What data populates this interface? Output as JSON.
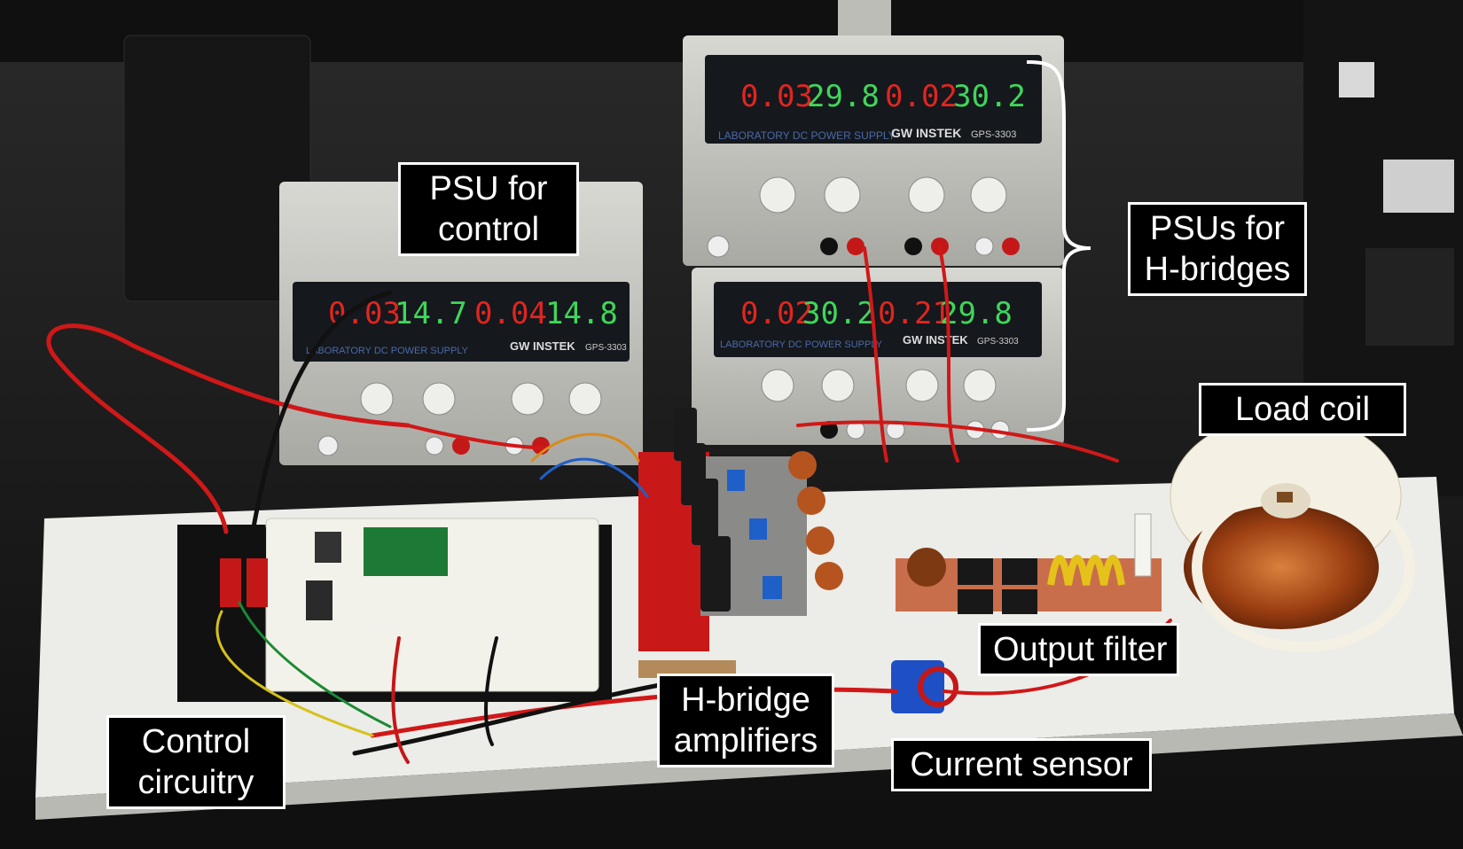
{
  "labels": {
    "psu_control": [
      "PSU for",
      "control"
    ],
    "psu_hbridges": [
      "PSUs for",
      "H-bridges"
    ],
    "load_coil": "Load coil",
    "output_filter": "Output filter",
    "current_sensor": "Current sensor",
    "hbridge_amps": [
      "H-bridge",
      "amplifiers"
    ],
    "control_circuitry": [
      "Control",
      "circuitry"
    ]
  },
  "psu_top": {
    "d1": "0.03",
    "d2": "29.8",
    "d3": "0.02",
    "d4": "30.2",
    "brand": "GW INSTEK",
    "model": "GPS-3303",
    "panel": "LABORATORY DC POWER SUPPLY"
  },
  "psu_mid": {
    "d1": "0.02",
    "d2": "30.2",
    "d3": "0.21",
    "d4": "29.8",
    "brand": "GW INSTEK",
    "model": "GPS-3303",
    "panel": "LABORATORY DC POWER SUPPLY"
  },
  "psu_left": {
    "d1": "0.03",
    "d2": "14.7",
    "d3": "0.04",
    "d4": "14.8",
    "brand": "GW INSTEK",
    "model": "GPS-3303",
    "panel": "LABORATORY DC POWER SUPPLY"
  },
  "colors": {
    "wire_red": "#d01818",
    "wire_black": "#111111",
    "psu_body": "#c9c9c4",
    "board": "#ededea",
    "copper": "#b5541f"
  }
}
